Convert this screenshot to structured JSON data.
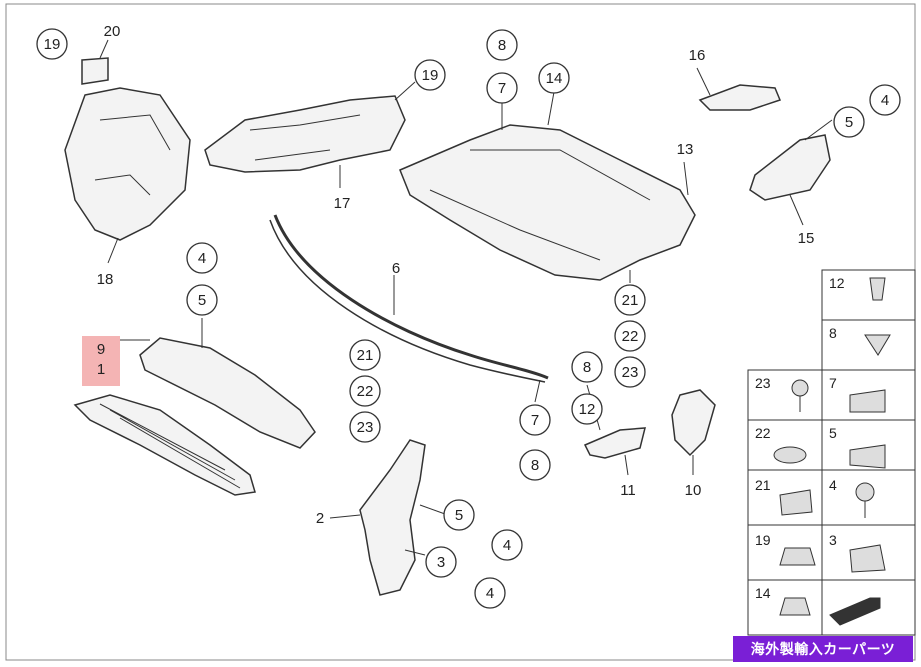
{
  "callouts": {
    "c19a": "19",
    "c20": "20",
    "c19b": "19",
    "c17": "17",
    "c18": "18",
    "c8a": "8",
    "c7a": "7",
    "c14a": "14",
    "c13": "13",
    "c16": "16",
    "c5a": "5",
    "c4a": "4",
    "c15": "15",
    "c4b": "4",
    "c5b": "5",
    "c9": "9",
    "c1": "1",
    "c6": "6",
    "c21a": "21",
    "c22a": "22",
    "c23a": "23",
    "c21b": "21",
    "c22b": "22",
    "c23b": "23",
    "c8b": "8",
    "c12a": "12",
    "c7b": "7",
    "c8c": "8",
    "c11": "11",
    "c10": "10",
    "c2": "2",
    "c5c": "5",
    "c4c": "4",
    "c3": "3",
    "c4d": "4"
  },
  "legend": {
    "l12": "12",
    "l8": "8",
    "l23": "23",
    "l7": "7",
    "l22": "22",
    "l5": "5",
    "l21": "21",
    "l4": "4",
    "l19": "19",
    "l3": "3",
    "l14": "14"
  },
  "badge": "海外製輸入カーパーツ",
  "colors": {
    "highlight": "#f4b4b4",
    "badge": "#7a1fd6",
    "line": "#333333"
  }
}
